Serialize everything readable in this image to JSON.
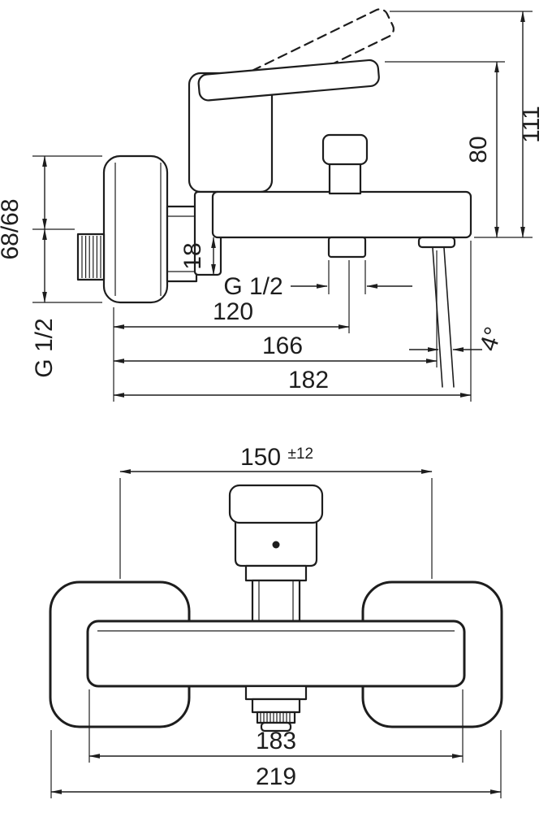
{
  "side_view": {
    "dims": {
      "total_height": "111",
      "body_height": "80",
      "escutcheon": "68/68",
      "spout_offset": "18",
      "spout_thread": "G 1/2",
      "reach_center": "120",
      "reach_outlet": "166",
      "reach_total": "182",
      "stream_angle": "4°",
      "inlet_thread": "G 1/2"
    }
  },
  "front_view": {
    "dims": {
      "center_distance": "150",
      "center_tolerance": "±12",
      "bar_width": "183",
      "total_width": "219"
    }
  }
}
